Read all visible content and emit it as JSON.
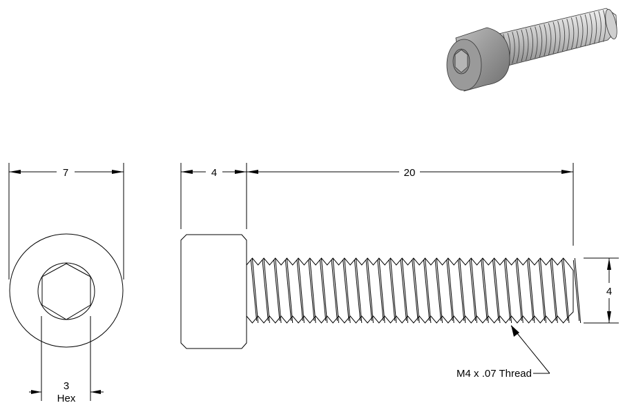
{
  "drawing": {
    "front_view": {
      "diameter_label": "7",
      "hex_label": "3",
      "hex_sublabel": "Hex"
    },
    "side_view": {
      "head_length_label": "4",
      "shaft_length_label": "20",
      "thread_diameter_label": "4",
      "thread_callout": "M4 x .07 Thread",
      "thread_count": 28
    },
    "iso_view": {
      "thread_count": 24
    },
    "colors": {
      "line": "#000000",
      "metal_light": "#d8d8d8",
      "metal_mid": "#a8a8a8",
      "metal_dark": "#6e6e6e"
    }
  }
}
